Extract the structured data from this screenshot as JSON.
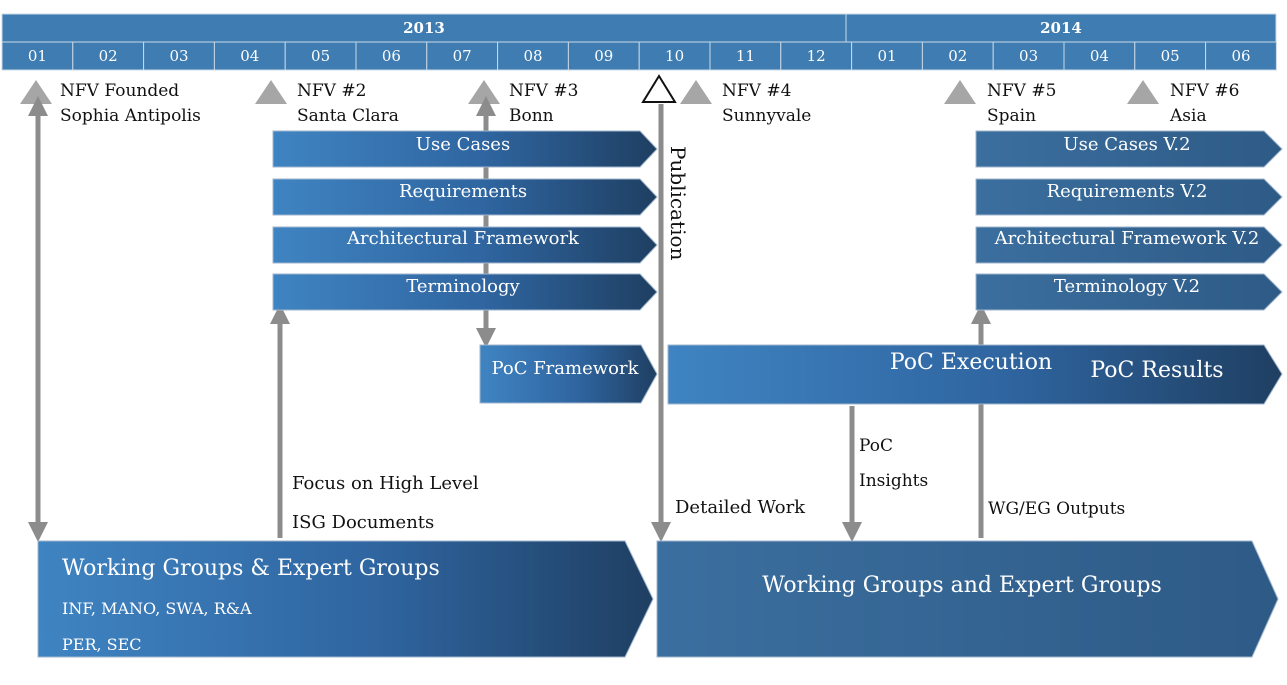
{
  "timeline": {
    "years": [
      "2013",
      "2014"
    ],
    "months": [
      "01",
      "02",
      "03",
      "04",
      "05",
      "06",
      "07",
      "08",
      "09",
      "10",
      "11",
      "12",
      "01",
      "02",
      "03",
      "04",
      "05",
      "06"
    ]
  },
  "meetings": [
    {
      "line1": "NFV Founded",
      "line2": "Sophia Antipolis"
    },
    {
      "line1": "NFV #2",
      "line2": "Santa Clara"
    },
    {
      "line1": "NFV #3",
      "line2": "Bonn"
    },
    {
      "line1": "NFV #4",
      "line2": "Sunnyvale"
    },
    {
      "line1": "NFV #5",
      "line2": "Spain"
    },
    {
      "line1": "NFV #6",
      "line2": "Asia"
    }
  ],
  "phase1": {
    "use_cases": "Use Cases",
    "requirements": "Requirements",
    "arch": "Architectural Framework",
    "terminology": "Terminology"
  },
  "phase2": {
    "use_cases": "Use Cases V.2",
    "requirements": "Requirements V.2",
    "arch": "Architectural Framework V.2",
    "terminology": "Terminology V.2"
  },
  "poc": {
    "framework": "PoC Framework",
    "execution": "PoC Execution",
    "results": "PoC Results",
    "insights_line1": "PoC",
    "insights_line2": "Insights"
  },
  "publication": "Publication",
  "notes": {
    "focus_line1": "Focus on High Level",
    "focus_line2": "ISG Documents",
    "detailed_work": "Detailed Work",
    "wg_outputs": "WG/EG Outputs"
  },
  "wg1": {
    "title": "Working Groups & Expert Groups",
    "line1": "INF, MANO, SWA, R&A",
    "line2": "PER, SEC"
  },
  "wg2": {
    "title": "Working Groups and Expert Groups"
  },
  "colors": {
    "header": "#3e7cb1",
    "box_light": "#3f82be",
    "box_dark": "#22466c",
    "box_flat": "#3a6a9a",
    "arrow": "#8c8c8c",
    "marker": "#a6a6a6"
  }
}
